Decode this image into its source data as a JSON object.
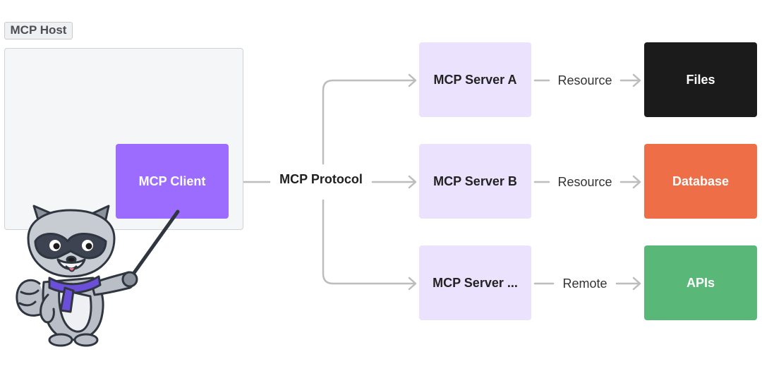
{
  "host": {
    "label": "MCP Host"
  },
  "client": {
    "label": "MCP Client"
  },
  "protocol": {
    "label": "MCP Protocol"
  },
  "servers": [
    {
      "label": "MCP Server A",
      "connector": "Resource",
      "target": "Files"
    },
    {
      "label": "MCP Server B",
      "connector": "Resource",
      "target": "Database"
    },
    {
      "label": "MCP Server ...",
      "connector": "Remote",
      "target": "APIs"
    }
  ],
  "colors": {
    "client": "#9b6cff",
    "server": "#ebe2fd",
    "files": "#1b1b1b",
    "database": "#ee6f47",
    "apis": "#59b777",
    "connector": "#bdbdbd",
    "mascot_scarf": "#6b4fd8"
  },
  "mascot": {
    "icon": "raccoon-mascot-icon"
  }
}
